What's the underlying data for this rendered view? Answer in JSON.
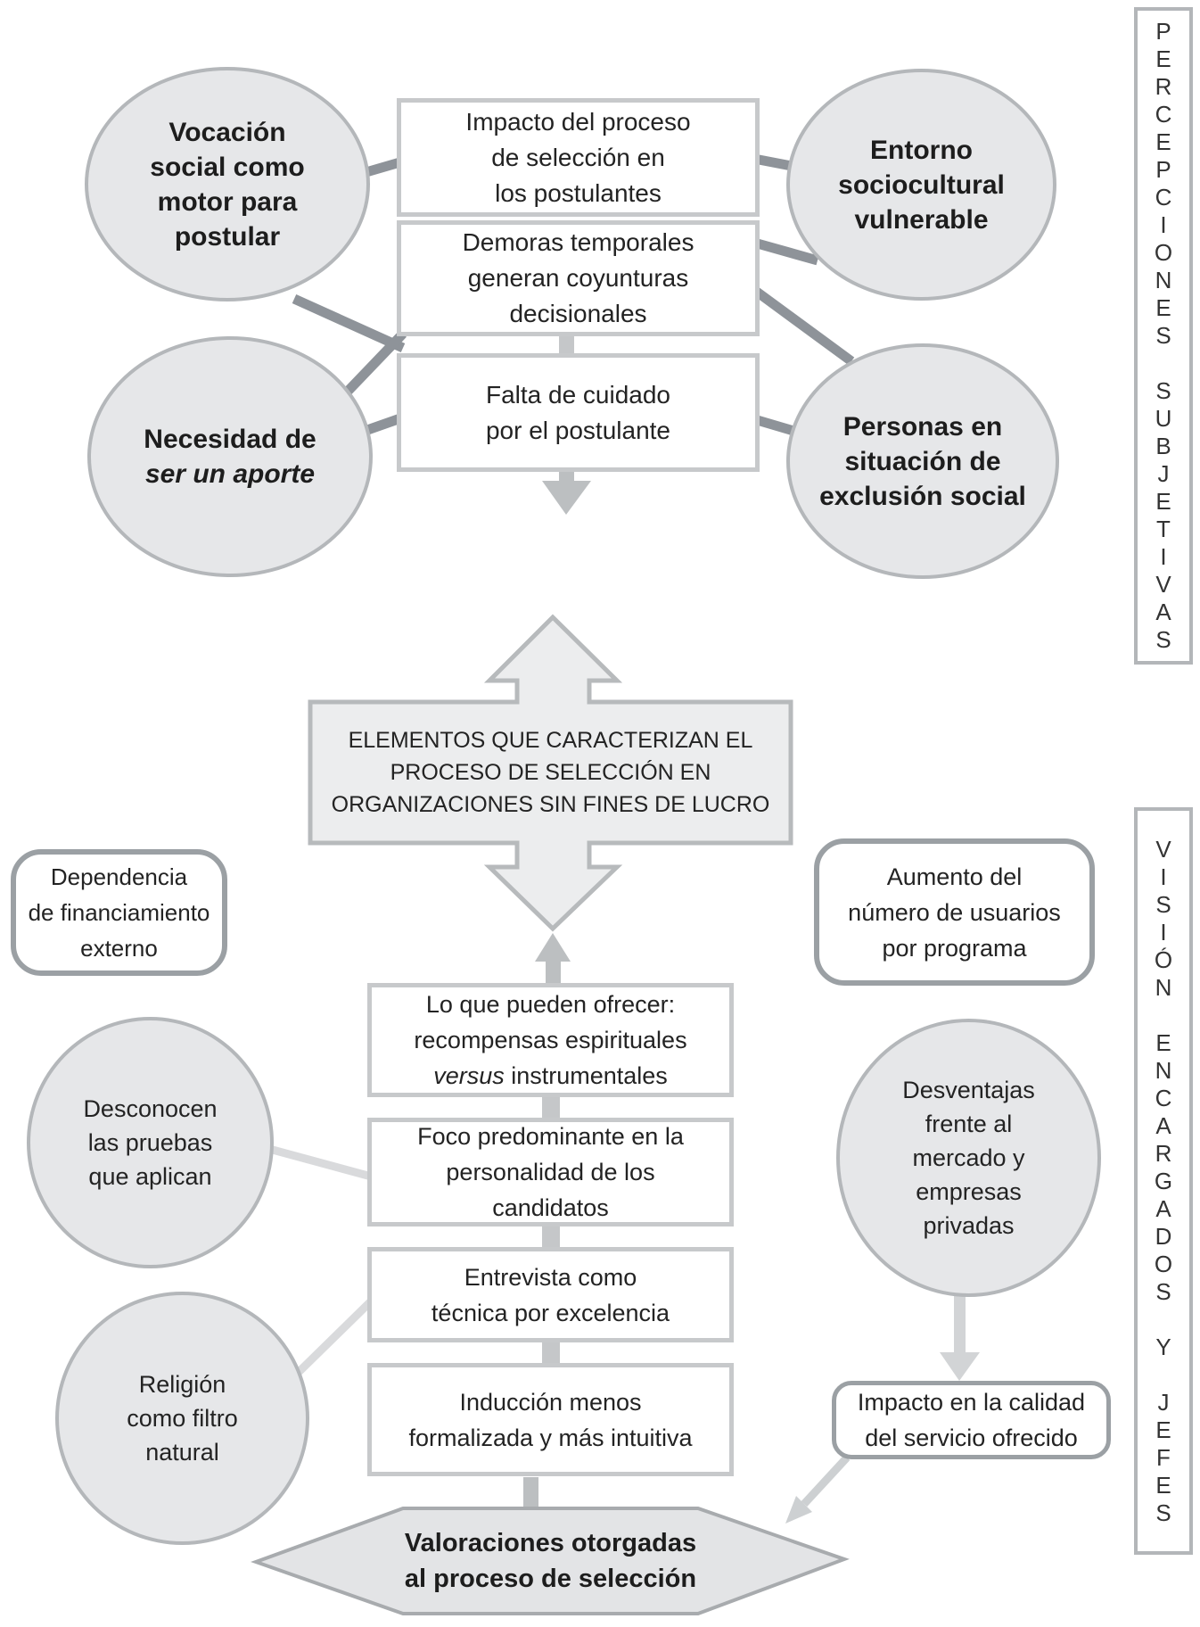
{
  "title": "Diagrama: proceso de selección en organizaciones sin fines de lucro",
  "top_section": {
    "ellipses": {
      "vocacion": {
        "text": "Vocación\nsocial como\nmotor para\npostular"
      },
      "entorno": {
        "text": "Entorno\nsociocultural\nvulnerable"
      },
      "necesidad": {
        "line1": "Necesidad de",
        "line2_italic": "ser un aporte"
      },
      "personas": {
        "text": "Personas en\nsituación de\nexclusión social"
      }
    },
    "boxes": {
      "impacto_proceso": {
        "text": "Impacto del proceso\nde selección en\nlos postulantes"
      },
      "demoras": {
        "text": "Demoras temporales\ngeneran coyunturas\ndecisionales"
      },
      "falta_cuidado": {
        "text": "Falta de cuidado\npor el postulante"
      }
    },
    "side_label": {
      "text": "P\nE\nR\nC\nE\nP\nC\nI\nO\nN\nE\nS\n\nS\nU\nB\nJ\nE\nT\nI\nV\nA\nS"
    }
  },
  "center": {
    "elementos": {
      "text": "ELEMENTOS QUE CARACTERIZAN EL\nPROCESO DE SELECCIÓN EN\nORGANIZACIONES SIN FINES DE LUCRO"
    }
  },
  "bottom_section": {
    "rounded_boxes": {
      "dependencia": {
        "text": "Dependencia\nde financiamiento\nexterno"
      },
      "aumento": {
        "text": "Aumento del\nnúmero de usuarios\npor programa"
      },
      "impacto_calidad": {
        "text": "Impacto en la calidad\ndel servicio ofrecido"
      }
    },
    "ellipses": {
      "desconocen": {
        "text": "Desconocen\nlas pruebas\nque aplican"
      },
      "religion": {
        "text": "Religión\ncomo filtro\nnatural"
      },
      "desventajas": {
        "text": "Desventajas\nfrente al\nmercado y\nempresas\nprivadas"
      }
    },
    "boxes": {
      "ofrecer": {
        "line1": "Lo que pueden ofrecer:",
        "line2": "recompensas espirituales",
        "line3_italic": "versus",
        "line3_rest": " instrumentales"
      },
      "foco": {
        "text": "Foco predominante en la\npersonalidad de los\ncandidatos"
      },
      "entrevista": {
        "text": "Entrevista como\ntécnica por excelencia"
      },
      "induccion": {
        "text": "Inducción menos\nformalizada y más intuitiva"
      }
    },
    "hexagon": {
      "text": "Valoraciones otorgadas\nal proceso de selección"
    },
    "side_label": {
      "text": "V\nI\nS\nI\nÓ\nN\n\nE\nN\nC\nA\nR\nG\nA\nD\nO\nS\n\nY\n\nJ\nE\nF\nE\nS"
    }
  },
  "colors": {
    "ellipse_fill": "#e6e7e9",
    "ellipse_border": "#b4b7ba",
    "box_border": "#c7c9cb",
    "rounded_box_border": "#9ba0a4",
    "dark_connector": "#8e9399",
    "light_connector": "#d9dadc",
    "mid_arrow": "#bcbfc1",
    "double_arrow_fill": "#ecedee",
    "double_arrow_border": "#b7babc",
    "hexagon_fill": "#e3e4e6",
    "hexagon_border": "#a8abae",
    "text": "#232323"
  }
}
